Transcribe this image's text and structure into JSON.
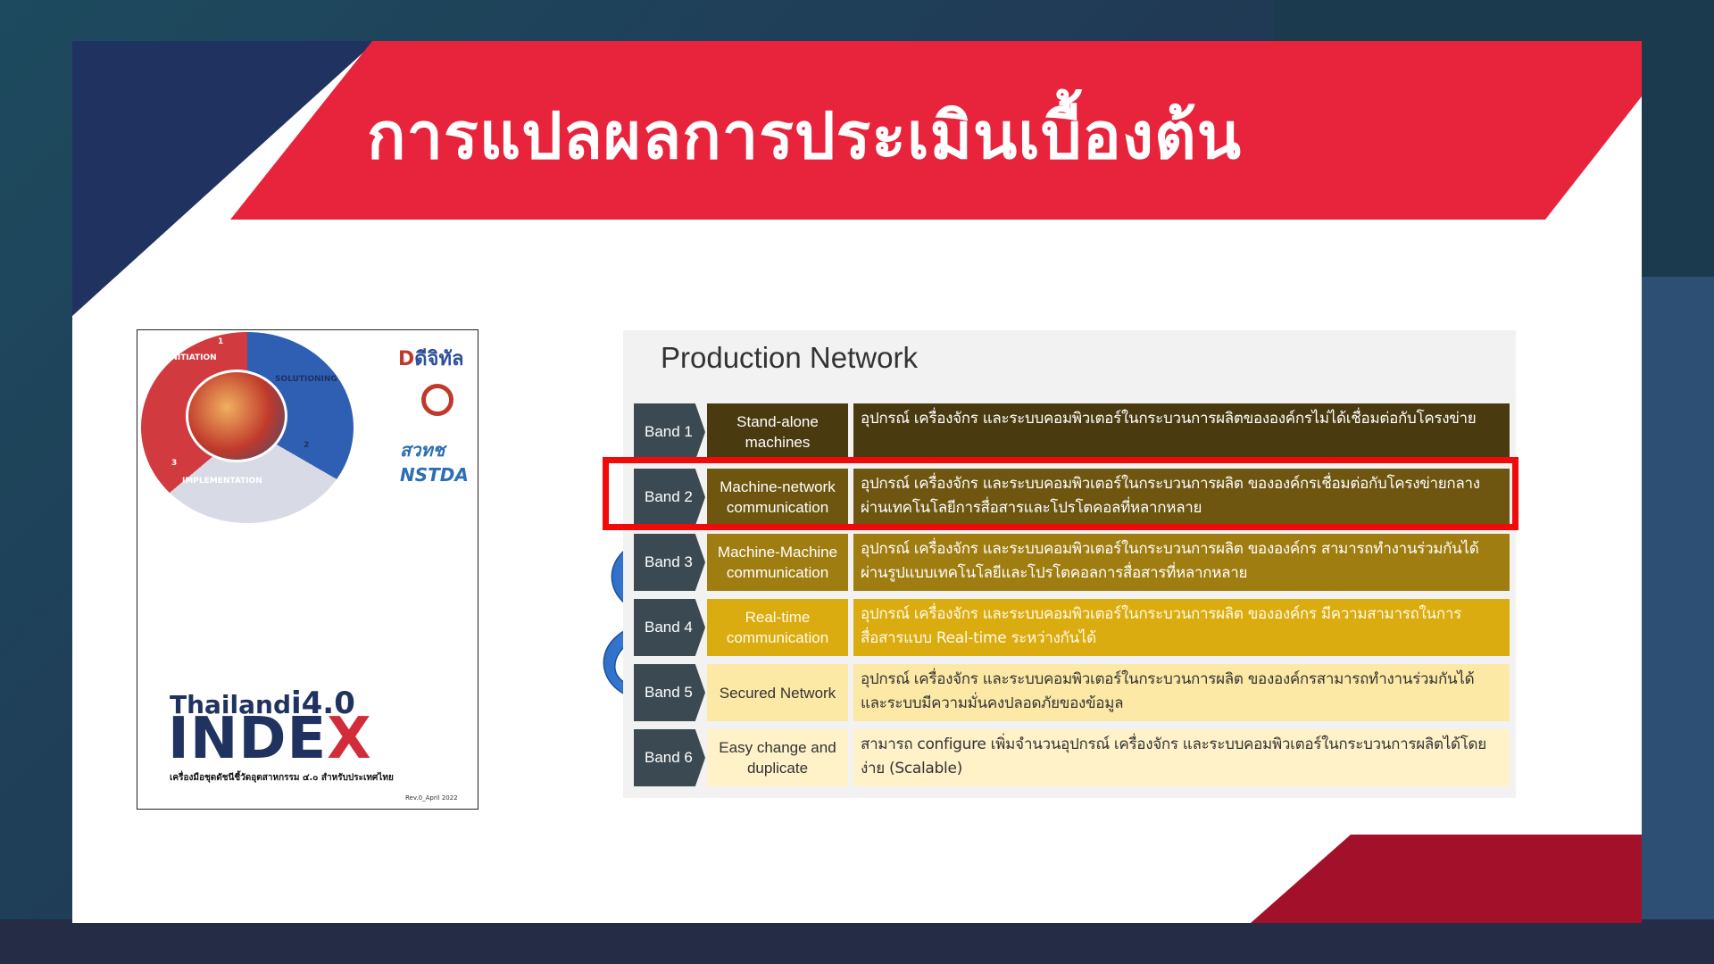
{
  "slide": {
    "title": "การแปลผลการประเมินเบื้องต้น",
    "colors": {
      "red": "#e8233c",
      "navy": "#1f3260",
      "dark_red": "#a3102a",
      "highlight": "#f00a0a"
    }
  },
  "booklet": {
    "wheel_labels": [
      "INITIATION",
      "SOLUTIONING",
      "IMPLEMENTATION"
    ],
    "wheel_numbers": [
      "1",
      "2",
      "3"
    ],
    "logo_top": "ดีจิทัล",
    "logo_bottom": "สวทช NSTDA",
    "brand_thailand": "Thailand",
    "brand_i40": "i4.0",
    "brand_index_main": "INDE",
    "brand_index_x": "X",
    "subtitle": "เครื่องมือชุดดัชนีชี้วัดอุตสาหกรรม ๔.๐ สำหรับประเทศไทย",
    "revision": "Rev.0_April 2022"
  },
  "panel": {
    "title": "Production Network",
    "rows": [
      {
        "band": "Band 1",
        "name": "Stand-alone machines",
        "desc": "อุปกรณ์ เครื่องจักร และระบบคอมพิวเตอร์ในกระบวนการผลิตขององค์กรไม่ได้เชื่อมต่อกับโครงข่าย"
      },
      {
        "band": "Band 2",
        "name": "Machine-network communication",
        "desc": "อุปกรณ์ เครื่องจักร และระบบคอมพิวเตอร์ในกระบวนการผลิต ขององค์กรเชื่อมต่อกับโครงข่ายกลางผ่านเทคโนโลยีการสื่อสารและโปรโตคอลที่หลากหลาย"
      },
      {
        "band": "Band 3",
        "name": "Machine-Machine communication",
        "desc": "อุปกรณ์ เครื่องจักร และระบบคอมพิวเตอร์ในกระบวนการผลิต ขององค์กร สามารถทำงานร่วมกันได้ผ่านรูปแบบเทคโนโลยีและโปรโตคอลการสื่อสารที่หลากหลาย"
      },
      {
        "band": "Band 4",
        "name": "Real-time communication",
        "desc": "อุปกรณ์ เครื่องจักร และระบบคอมพิวเตอร์ในกระบวนการผลิต ขององค์กร มีความสามารถในการสื่อสารแบบ Real-time ระหว่างกันได้"
      },
      {
        "band": "Band 5",
        "name": "Secured Network",
        "desc": "อุปกรณ์ เครื่องจักร และระบบคอมพิวเตอร์ในกระบวนการผลิต ขององค์กรสามารถทำงานร่วมกันได้ และระบบมีความมั่นคงปลอดภัยของข้อมูล"
      },
      {
        "band": "Band 6",
        "name": "Easy change and duplicate",
        "desc": "สามารถ configure เพิ่มจำนวนอุปกรณ์ เครื่องจักร และระบบคอมพิวเตอร์ในกระบวนการผลิตได้โดยง่าย (Scalable)"
      }
    ],
    "highlighted_band": "Band 2"
  }
}
